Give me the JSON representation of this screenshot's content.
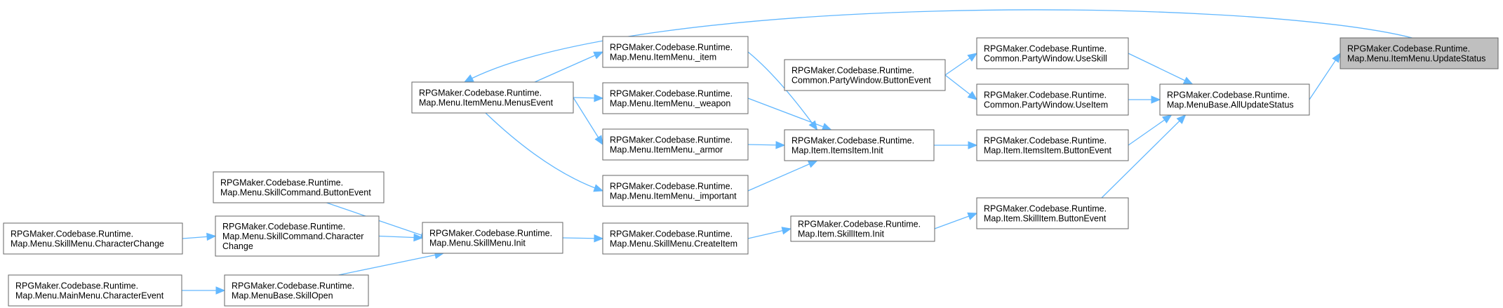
{
  "colors": {
    "edge": "#63b8ff",
    "node_border": "#666666",
    "root_fill": "#bfbfbf"
  },
  "nodes": [
    {
      "id": "n_update",
      "lines": [
        "RPGMaker.Codebase.Runtime.",
        "Map.Menu.ItemMenu.UpdateStatus"
      ],
      "root": true
    },
    {
      "id": "n_allupdate",
      "lines": [
        "RPGMaker.Codebase.Runtime.",
        "Map.MenuBase.AllUpdateStatus"
      ]
    },
    {
      "id": "n_useskill",
      "lines": [
        "RPGMaker.Codebase.Runtime.",
        "Common.PartyWindow.UseSkill"
      ]
    },
    {
      "id": "n_useitem",
      "lines": [
        "RPGMaker.Codebase.Runtime.",
        "Common.PartyWindow.UseItem"
      ]
    },
    {
      "id": "n_itemsbtn",
      "lines": [
        "RPGMaker.Codebase.Runtime.",
        "Map.Item.ItemsItem.ButtonEvent"
      ]
    },
    {
      "id": "n_skillbtn",
      "lines": [
        "RPGMaker.Codebase.Runtime.",
        "Map.Item.SkillItem.ButtonEvent"
      ]
    },
    {
      "id": "n_partybtn",
      "lines": [
        "RPGMaker.Codebase.Runtime.",
        "Common.PartyWindow.ButtonEvent"
      ]
    },
    {
      "id": "n_itemsinit",
      "lines": [
        "RPGMaker.Codebase.Runtime.",
        "Map.Item.ItemsItem.Init"
      ]
    },
    {
      "id": "n_skillinit",
      "lines": [
        "RPGMaker.Codebase.Runtime.",
        "Map.Item.SkillItem.Init"
      ]
    },
    {
      "id": "n_item",
      "lines": [
        "RPGMaker.Codebase.Runtime.",
        "Map.Menu.ItemMenu._item"
      ]
    },
    {
      "id": "n_weapon",
      "lines": [
        "RPGMaker.Codebase.Runtime.",
        "Map.Menu.ItemMenu._weapon"
      ]
    },
    {
      "id": "n_armor",
      "lines": [
        "RPGMaker.Codebase.Runtime.",
        "Map.Menu.ItemMenu._armor"
      ]
    },
    {
      "id": "n_important",
      "lines": [
        "RPGMaker.Codebase.Runtime.",
        "Map.Menu.ItemMenu._important"
      ]
    },
    {
      "id": "n_createitem",
      "lines": [
        "RPGMaker.Codebase.Runtime.",
        "Map.Menu.SkillMenu.CreateItem"
      ]
    },
    {
      "id": "n_menusevent",
      "lines": [
        "RPGMaker.Codebase.Runtime.",
        "Map.Menu.ItemMenu.MenusEvent"
      ]
    },
    {
      "id": "n_skillmenuinit",
      "lines": [
        "RPGMaker.Codebase.Runtime.",
        "Map.Menu.SkillMenu.Init"
      ]
    },
    {
      "id": "n_scbtn",
      "lines": [
        "RPGMaker.Codebase.Runtime.",
        "Map.Menu.SkillCommand.ButtonEvent"
      ]
    },
    {
      "id": "n_scchar",
      "lines": [
        "RPGMaker.Codebase.Runtime.",
        "Map.Menu.SkillCommand.Character",
        "Change"
      ]
    },
    {
      "id": "n_skillopen",
      "lines": [
        "RPGMaker.Codebase.Runtime.",
        "Map.MenuBase.SkillOpen"
      ]
    },
    {
      "id": "n_smchar",
      "lines": [
        "RPGMaker.Codebase.Runtime.",
        "Map.Menu.SkillMenu.CharacterChange"
      ]
    },
    {
      "id": "n_mmchar",
      "lines": [
        "RPGMaker.Codebase.Runtime.",
        "Map.Menu.MainMenu.CharacterEvent"
      ]
    }
  ],
  "edges": [
    {
      "from": "n_allupdate",
      "to": "n_update"
    },
    {
      "from": "n_useskill",
      "to": "n_allupdate"
    },
    {
      "from": "n_useitem",
      "to": "n_allupdate"
    },
    {
      "from": "n_itemsbtn",
      "to": "n_allupdate"
    },
    {
      "from": "n_skillbtn",
      "to": "n_allupdate"
    },
    {
      "from": "n_partybtn",
      "to": "n_useskill"
    },
    {
      "from": "n_partybtn",
      "to": "n_useitem"
    },
    {
      "from": "n_itemsinit",
      "to": "n_itemsbtn"
    },
    {
      "from": "n_skillinit",
      "to": "n_skillbtn"
    },
    {
      "from": "n_item",
      "to": "n_itemsinit"
    },
    {
      "from": "n_weapon",
      "to": "n_itemsinit"
    },
    {
      "from": "n_armor",
      "to": "n_itemsinit"
    },
    {
      "from": "n_important",
      "to": "n_itemsinit"
    },
    {
      "from": "n_createitem",
      "to": "n_skillinit"
    },
    {
      "from": "n_menusevent",
      "to": "n_item"
    },
    {
      "from": "n_menusevent",
      "to": "n_weapon"
    },
    {
      "from": "n_menusevent",
      "to": "n_armor"
    },
    {
      "from": "n_menusevent",
      "to": "n_important"
    },
    {
      "from": "n_update",
      "to": "n_menusevent"
    },
    {
      "from": "n_skillmenuinit",
      "to": "n_createitem"
    },
    {
      "from": "n_scbtn",
      "to": "n_skillmenuinit"
    },
    {
      "from": "n_scchar",
      "to": "n_skillmenuinit"
    },
    {
      "from": "n_skillopen",
      "to": "n_skillmenuinit"
    },
    {
      "from": "n_smchar",
      "to": "n_scchar"
    },
    {
      "from": "n_mmchar",
      "to": "n_skillopen"
    }
  ]
}
